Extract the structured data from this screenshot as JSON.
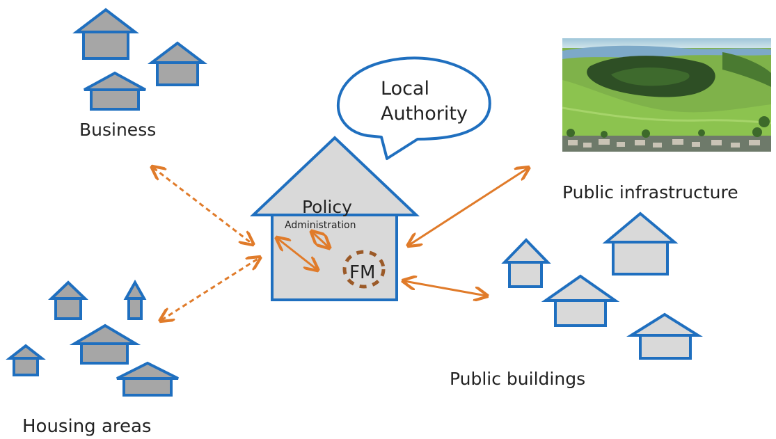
{
  "labels": {
    "business": "Business",
    "housing": "Housing areas",
    "infrastructure": "Public infrastructure",
    "buildings": "Public buildings",
    "local_authority_line1": "Local",
    "local_authority_line2": "Authority",
    "policy": "Policy",
    "administration": "Administration",
    "fm": "FM"
  },
  "colors": {
    "house_stroke": "#1f6fbf",
    "house_fill_dark": "#a6a6a6",
    "house_fill_light": "#d9d9d9",
    "arrow": "#e07b2a",
    "fm_ring": "#9b5a28",
    "bubble_stroke": "#1f6fbf"
  },
  "image": {
    "subject": "aerial landscape photo"
  }
}
